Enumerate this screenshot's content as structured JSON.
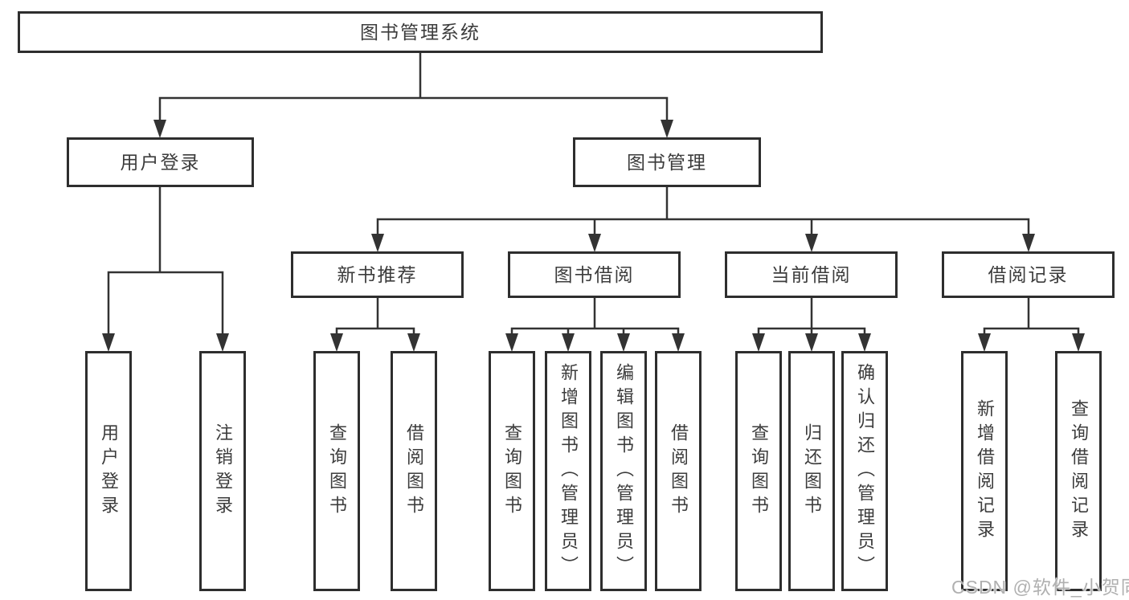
{
  "diagram": {
    "title": "图书管理系统",
    "type": "hierarchy-tree",
    "nodes": {
      "root": {
        "label": "图书管理系统"
      },
      "user_login": {
        "label": "用户登录"
      },
      "book_mgmt": {
        "label": "图书管理"
      },
      "login_leaf": {
        "label": "用户登录"
      },
      "logout_leaf": {
        "label": "注销登录"
      },
      "new_book_rec": {
        "label": "新书推荐"
      },
      "book_borrow": {
        "label": "图书借阅"
      },
      "current_borrow": {
        "label": "当前借阅"
      },
      "borrow_records": {
        "label": "借阅记录"
      },
      "nbr_query": {
        "label": "查询图书"
      },
      "nbr_borrow": {
        "label": "借阅图书"
      },
      "bb_query": {
        "label": "查询图书"
      },
      "bb_add": {
        "label": "新增图书（管理员）"
      },
      "bb_edit": {
        "label": "编辑图书（管理员）"
      },
      "bb_borrow": {
        "label": "借阅图书"
      },
      "cb_query": {
        "label": "查询图书"
      },
      "cb_return": {
        "label": "归还图书"
      },
      "cb_confirm": {
        "label": "确认归还（管理员）"
      },
      "br_add": {
        "label": "新增借阅记录"
      },
      "br_query": {
        "label": "查询借阅记录"
      }
    },
    "hierarchy": {
      "图书管理系统": [
        "用户登录",
        "图书管理"
      ],
      "用户登录": [
        "用户登录",
        "注销登录"
      ],
      "图书管理": [
        "新书推荐",
        "图书借阅",
        "当前借阅",
        "借阅记录"
      ],
      "新书推荐": [
        "查询图书",
        "借阅图书"
      ],
      "图书借阅": [
        "查询图书",
        "新增图书（管理员）",
        "编辑图书（管理员）",
        "借阅图书"
      ],
      "当前借阅": [
        "查询图书",
        "归还图书",
        "确认归还（管理员）"
      ],
      "借阅记录": [
        "新增借阅记录",
        "查询借阅记录"
      ]
    },
    "colors": {
      "line": "#333333",
      "box_border": "#2e2e2e",
      "text": "#3c3c3c",
      "watermark": "#b0b0b0",
      "background": "#ffffff"
    }
  },
  "watermark": {
    "text": "CSDN @软件_小贺同学"
  }
}
